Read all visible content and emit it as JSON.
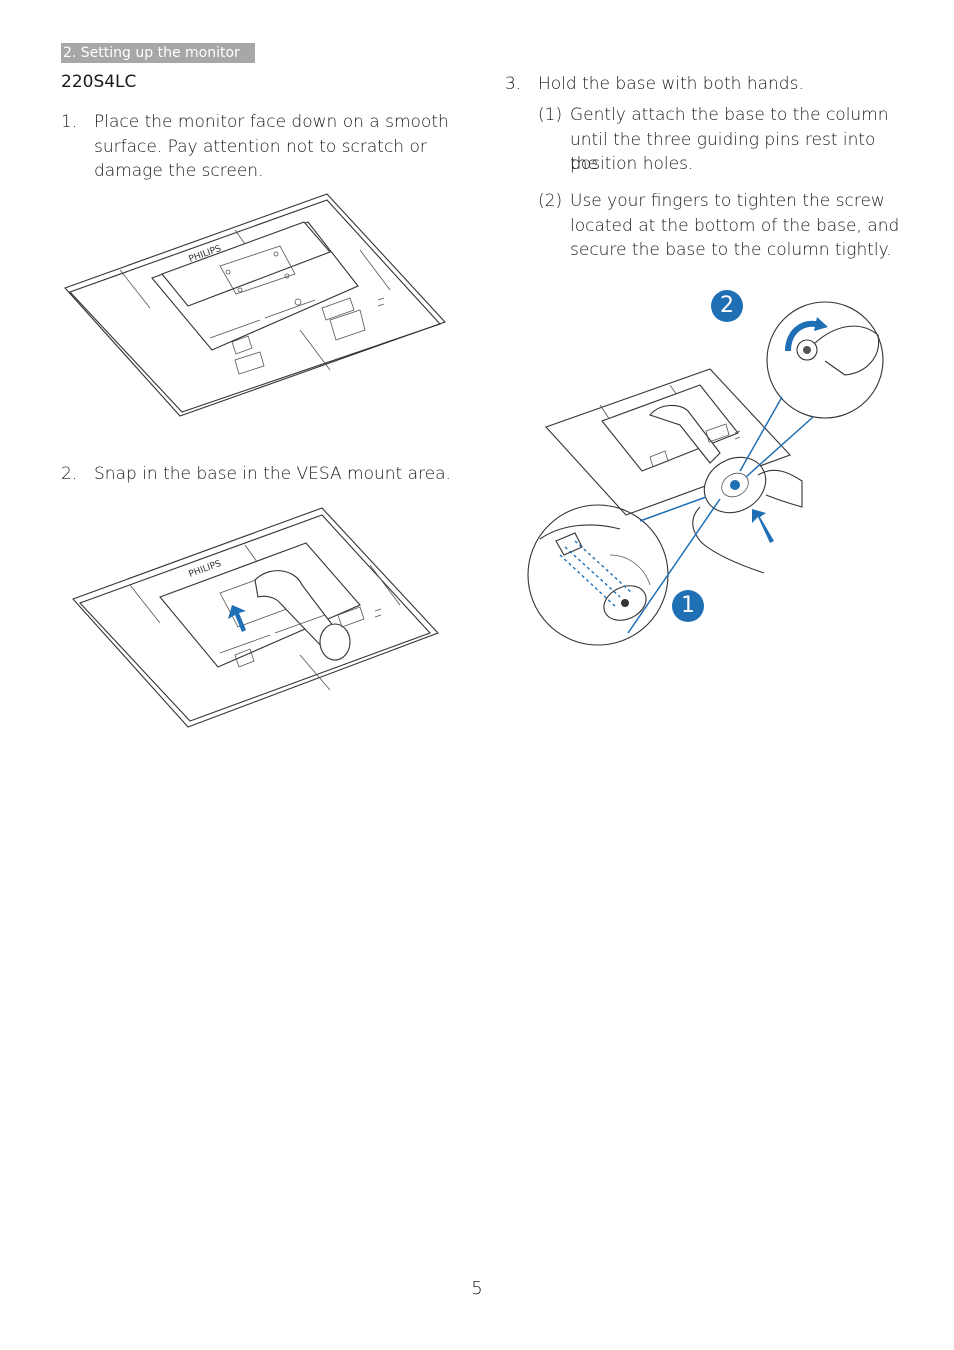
{
  "header": {
    "section_label": "2. Setting up the monitor"
  },
  "model": "220S4LC",
  "steps": [
    {
      "num": "1.",
      "lines": [
        "Place the monitor face down on a smooth",
        "surface. Pay attention not to scratch or",
        "damage the screen."
      ]
    },
    {
      "num": "2.",
      "lines": [
        "Snap in the base in the VESA mount area."
      ]
    },
    {
      "num": "3.",
      "lines": [
        "Hold the base with both hands."
      ]
    }
  ],
  "substeps": [
    {
      "lead": "(1)",
      "lines": [
        "Gently attach the base to the column",
        "until the three guiding pins rest into the",
        "position holes."
      ]
    },
    {
      "lead": "(2)",
      "lines": [
        "Use your fingers to tighten the screw",
        "located at the bottom of the base, and",
        "secure the base to the column tightly."
      ]
    }
  ],
  "callouts": {
    "one": "1",
    "two": "2"
  },
  "brand_mark": "PHILIPS",
  "page_number": "5",
  "colors": {
    "accent_blue": "#1f6fb5",
    "tab_gray": "#a7a7a7"
  }
}
